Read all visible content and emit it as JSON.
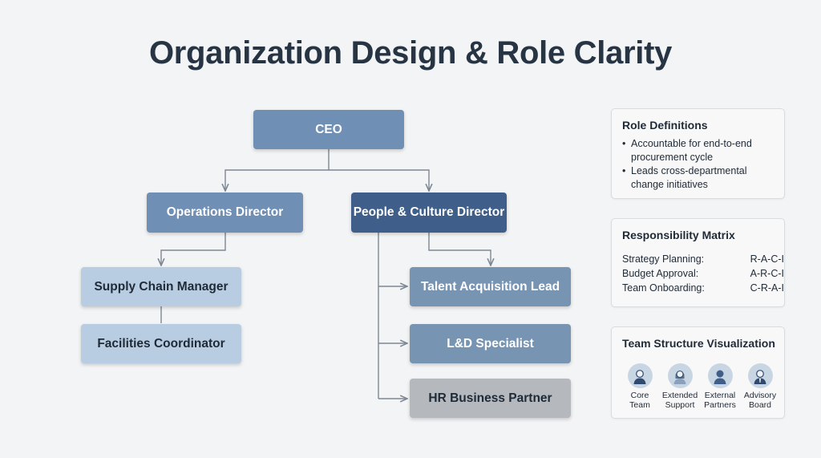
{
  "title": "Organization Design & Role Clarity",
  "org_chart": {
    "ceo": "CEO",
    "operations_director": "Operations Director",
    "people_culture_director": "People & Culture Director",
    "supply_chain_manager": "Supply Chain Manager",
    "facilities_coordinator": "Facilities Coordinator",
    "talent_acquisition_lead": "Talent Acquisition Lead",
    "ld_specialist": "L&D Specialist",
    "hr_business_partner": "HR Business Partner"
  },
  "role_definitions": {
    "heading": "Role Definitions",
    "items": [
      "Accountable for end-to-end procurement cycle",
      "Leads cross-departmental change initiatives"
    ]
  },
  "responsibility_matrix": {
    "heading": "Responsibility Matrix",
    "rows": [
      {
        "label": "Strategy Planning:",
        "value": "R-A-C-I"
      },
      {
        "label": "Budget Approval:",
        "value": "A-R-C-I"
      },
      {
        "label": "Team Onboarding:",
        "value": "C-R-A-I"
      }
    ]
  },
  "team_structure": {
    "heading": "Team Structure Visualization",
    "teams": [
      {
        "label": "Core Team",
        "icon": "person-icon"
      },
      {
        "label": "Extended Support",
        "icon": "person-icon"
      },
      {
        "label": "External Partners",
        "icon": "person-icon"
      },
      {
        "label": "Advisory Board",
        "icon": "person-icon"
      }
    ]
  },
  "colors": {
    "node_mid": "#6f8fb5",
    "node_dark": "#3f5f8a",
    "node_light": "#b9cde2",
    "node_gray": "#b5b9bd",
    "connector": "#7d8793"
  }
}
